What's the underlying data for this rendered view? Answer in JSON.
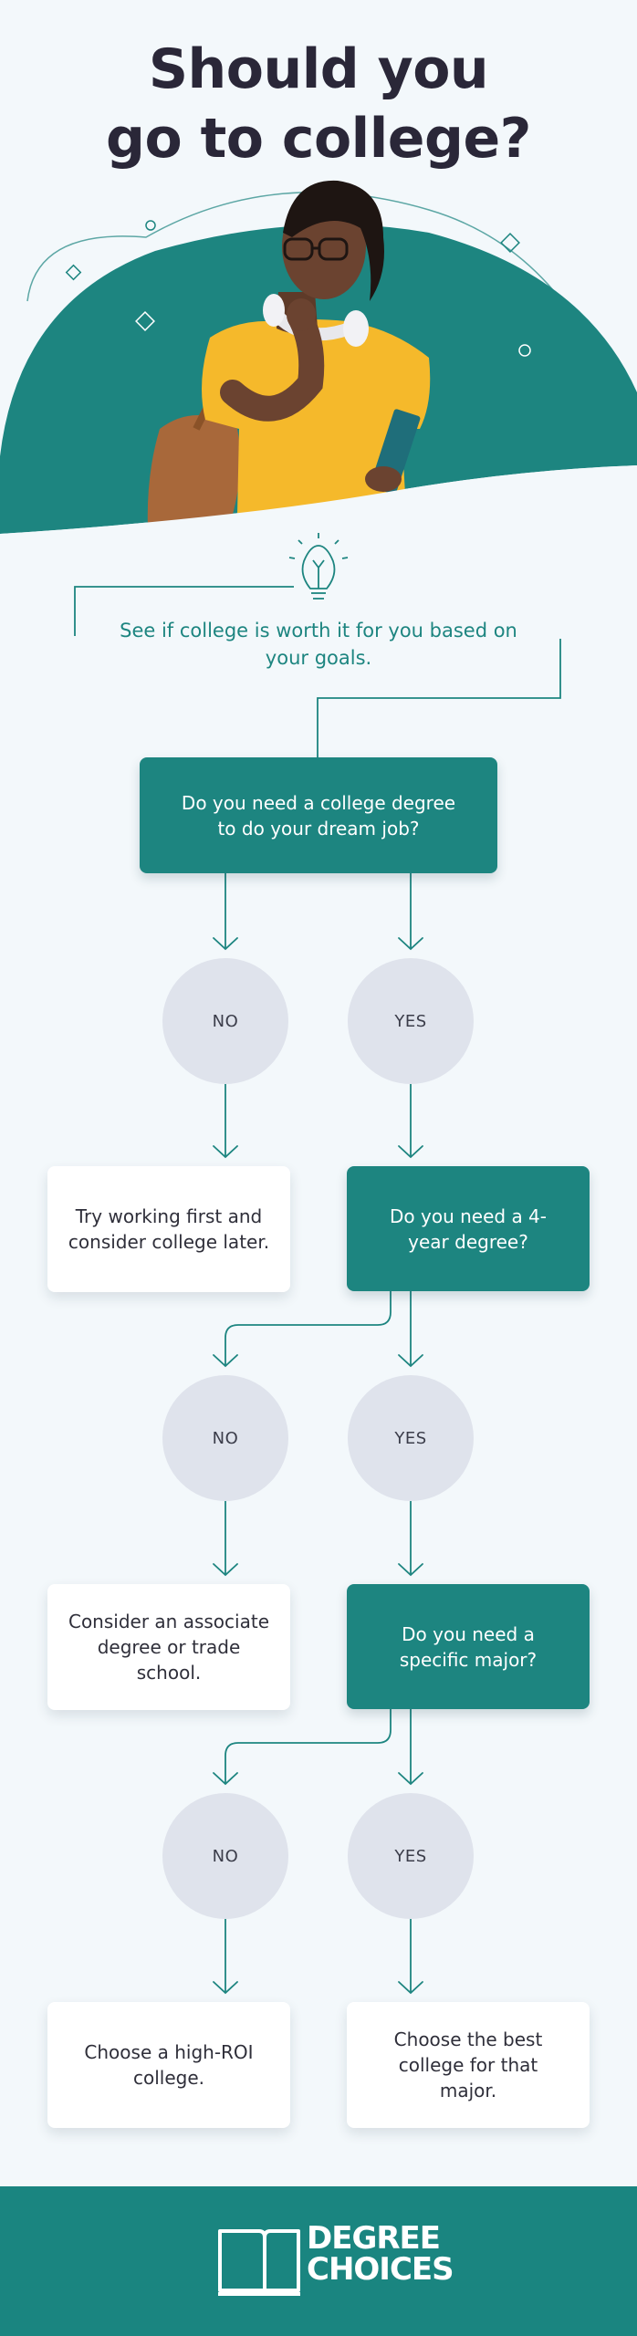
{
  "header": {
    "title_line1": "Should you",
    "title_line2": "go to college?"
  },
  "intro": {
    "text": "See if college is worth it for you based on your goals."
  },
  "flow": {
    "q1": "Do you need a college degree to do your dream job?",
    "q2": "Do you need a 4-year degree?",
    "q3": "Do you need a specific major?",
    "no_label": "NO",
    "yes_label": "YES",
    "r1": "Try working first and consider college later.",
    "r2": "Consider an associate degree or trade school.",
    "r3": "Choose a high-ROI college.",
    "r4": "Choose the best college for that major."
  },
  "footer": {
    "brand_line1": "DEGREE",
    "brand_line2": "CHOICES"
  },
  "colors": {
    "teal": "#1d8580",
    "title": "#2a2738",
    "background": "#f3f8fb",
    "circle": "#dfe3ec",
    "skin": "#6b4330",
    "shirt": "#f5b92b"
  }
}
